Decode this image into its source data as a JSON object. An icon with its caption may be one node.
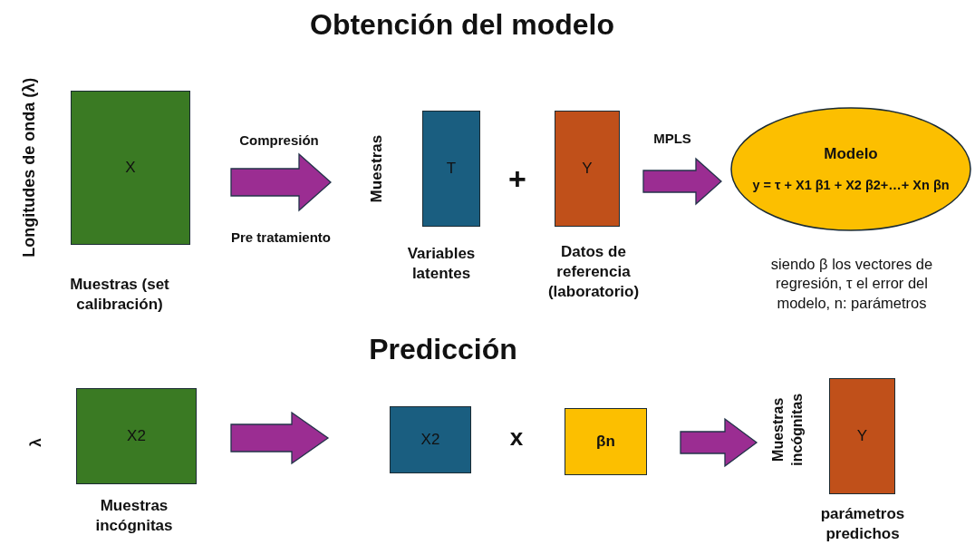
{
  "diagram": {
    "title": "Obtención del modelo",
    "nodes": [
      {
        "text": [
          "X"
        ],
        "beside": [
          "Longitudes de onda (λ)",
          "Muestras (set calibración)"
        ]
      },
      {
        "text": [
          "T"
        ],
        "beside": [
          "Muestras",
          "Variables latentes"
        ]
      },
      {
        "text": [
          "Y"
        ],
        "beside": [
          "Datos de referencia (laboratorio)"
        ]
      },
      {
        "text": [
          "Modelo",
          "y = τ + X1 β1 + X2 β2+…+ Xn βn"
        ],
        "beside": [
          "siendo β los vectores de regresión, τ el error del modelo, n: parámetros"
        ]
      },
      {
        "text": [
          "X2"
        ],
        "beside": [
          "λ",
          "Muestras incógnitas"
        ]
      },
      {
        "text": [
          "X2"
        ]
      },
      {
        "text": [
          "βn"
        ]
      },
      {
        "text": [
          "Y"
        ],
        "beside": [
          "Muestras incógnitas",
          "parámetros predichos"
        ]
      }
    ],
    "edges": [
      {
        "from": 0,
        "to": 1,
        "arrow": "to",
        "label": "Compresión"
      },
      {
        "from": 2,
        "to": 3,
        "arrow": "to",
        "label": "MPLS"
      },
      {
        "from": 4,
        "to": 5,
        "arrow": "to"
      },
      {
        "from": 6,
        "to": 7,
        "arrow": "to"
      }
    ],
    "labels": [
      "Pre tratamiento",
      "+",
      "Predicción",
      "x"
    ]
  }
}
